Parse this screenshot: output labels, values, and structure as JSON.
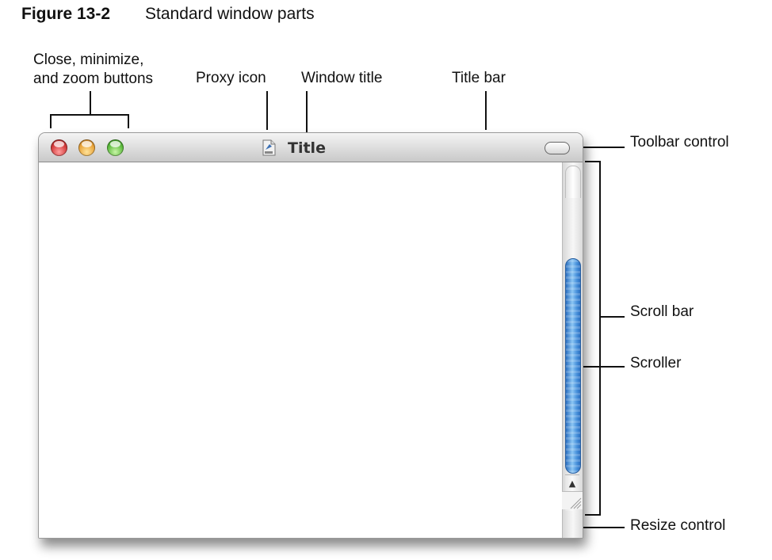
{
  "figure": {
    "number": "Figure 13-2",
    "title": "Standard window parts"
  },
  "window": {
    "title": "Title"
  },
  "callouts": {
    "buttons_line1": "Close, minimize,",
    "buttons_line2": "and zoom buttons",
    "proxy_icon": "Proxy icon",
    "window_title": "Window title",
    "title_bar": "Title bar",
    "toolbar_control": "Toolbar control",
    "scroll_bar": "Scroll bar",
    "scroller": "Scroller",
    "resize_control": "Resize control"
  },
  "icons": {
    "close": "close-button-icon",
    "minimize": "minimize-button-icon",
    "zoom": "zoom-button-icon",
    "proxy": "document-proxy-icon",
    "scroll_up": "up-arrow-icon",
    "scroll_down": "down-arrow-icon",
    "resize": "resize-grip-icon"
  },
  "colors": {
    "close": "#d23a3a",
    "minimize": "#e9a43a",
    "zoom": "#5dbb3d",
    "scroller": "#4a93dc"
  },
  "glyphs": {
    "up": "▲",
    "down": "▼"
  }
}
